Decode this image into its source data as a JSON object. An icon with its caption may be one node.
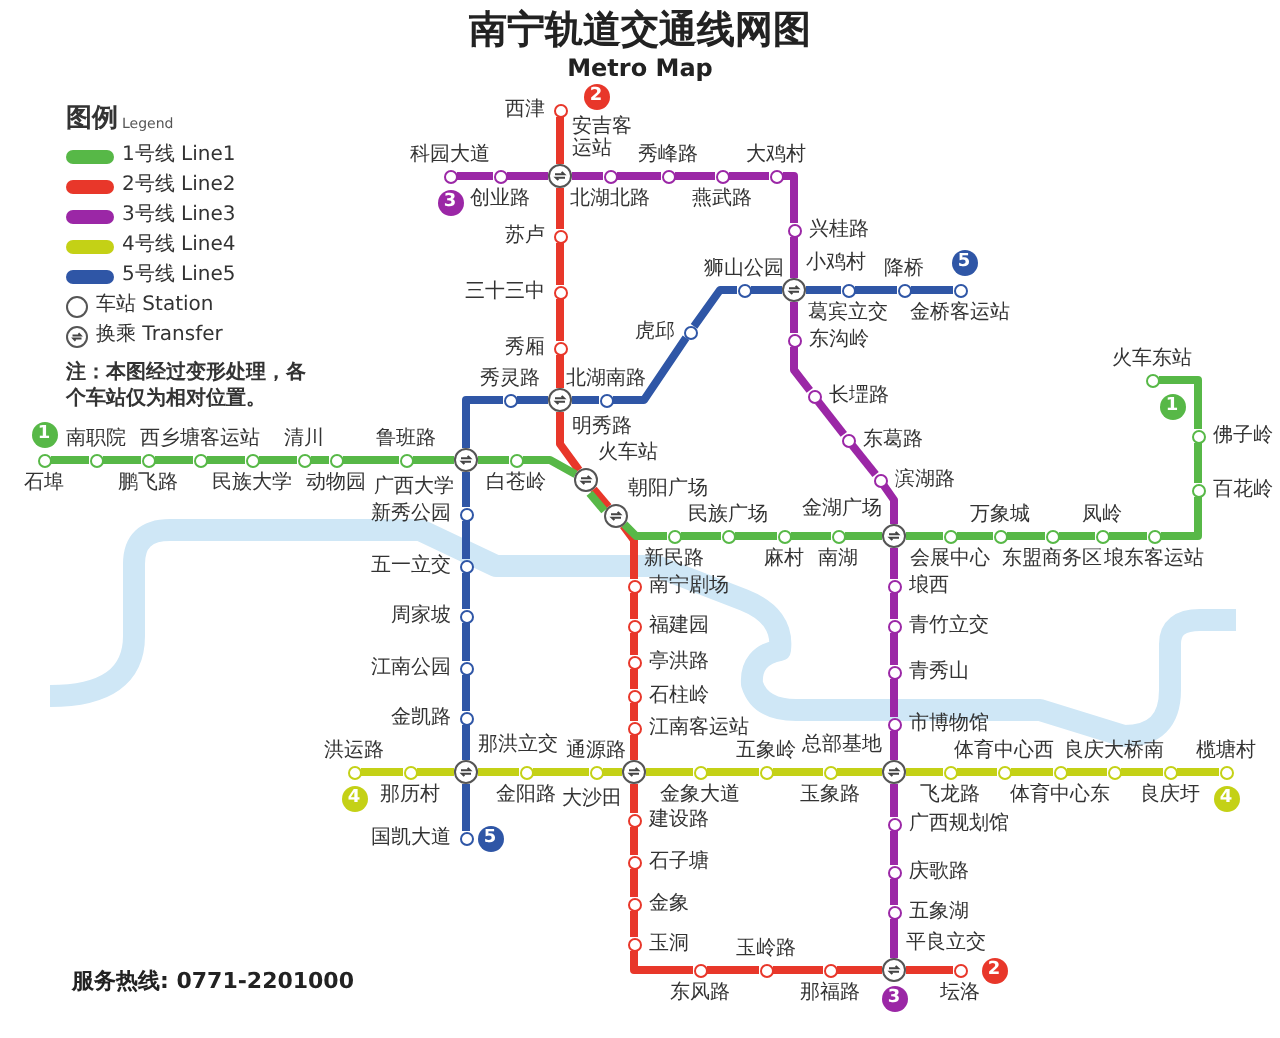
{
  "diagram": {
    "title": "南宁轨道交通线网图",
    "nodes": [
      {
        "text": [],
        "shape": "circle",
        "beside": [
          "西津"
        ]
      },
      {
        "text": [],
        "shape": "ring",
        "beside": [
          "安吉客运站"
        ]
      },
      {
        "text": [],
        "shape": "circle",
        "beside": [
          "苏卢"
        ]
      },
      {
        "text": [],
        "shape": "circle",
        "beside": [
          "三十三中"
        ]
      },
      {
        "text": [],
        "shape": "circle",
        "beside": [
          "秀厢"
        ]
      },
      {
        "text": [],
        "shape": "ring",
        "beside": [
          "明秀路"
        ]
      },
      {
        "text": [],
        "shape": "ring",
        "beside": [
          "火车站"
        ]
      },
      {
        "text": [],
        "shape": "ring",
        "beside": [
          "朝阳广场"
        ]
      },
      {
        "text": [],
        "shape": "circle",
        "beside": [
          "南宁剧场"
        ]
      },
      {
        "text": [],
        "shape": "circle",
        "beside": [
          "福建园"
        ]
      },
      {
        "text": [],
        "shape": "circle",
        "beside": [
          "亭洪路"
        ]
      },
      {
        "text": [],
        "shape": "circle",
        "beside": [
          "石柱岭"
        ]
      },
      {
        "text": [],
        "shape": "circle",
        "beside": [
          "江南客运站"
        ]
      },
      {
        "text": [],
        "shape": "ring",
        "beside": [
          "大沙田"
        ]
      },
      {
        "text": [],
        "shape": "circle",
        "beside": [
          "建设路"
        ]
      },
      {
        "text": [],
        "shape": "circle",
        "beside": [
          "石子塘"
        ]
      },
      {
        "text": [],
        "shape": "circle",
        "beside": [
          "金象"
        ]
      },
      {
        "text": [],
        "shape": "circle",
        "beside": [
          "玉洞"
        ]
      },
      {
        "text": [],
        "shape": "circle",
        "beside": [
          "东风路"
        ]
      },
      {
        "text": [],
        "shape": "circle",
        "beside": [
          "玉岭路"
        ]
      },
      {
        "text": [],
        "shape": "circle",
        "beside": [
          "那福路"
        ]
      },
      {
        "text": [],
        "shape": "ring",
        "beside": [
          "平良立交"
        ]
      },
      {
        "text": [],
        "shape": "circle",
        "beside": [
          "坛洛"
        ]
      },
      {
        "text": [],
        "shape": "circle",
        "beside": [
          "科园大道"
        ]
      },
      {
        "text": [],
        "shape": "circle",
        "beside": [
          "创业路"
        ]
      },
      {
        "text": [],
        "shape": "circle",
        "beside": [
          "北湖北路"
        ]
      },
      {
        "text": [],
        "shape": "circle",
        "beside": [
          "秀峰路"
        ]
      },
      {
        "text": [],
        "shape": "circle",
        "beside": [
          "燕武路"
        ]
      },
      {
        "text": [],
        "shape": "circle",
        "beside": [
          "大鸡村"
        ]
      },
      {
        "text": [],
        "shape": "circle",
        "beside": [
          "兴桂路"
        ]
      },
      {
        "text": [],
        "shape": "ring",
        "beside": [
          "小鸡村"
        ]
      },
      {
        "text": [],
        "shape": "circle",
        "beside": [
          "东沟岭"
        ]
      },
      {
        "text": [],
        "shape": "circle",
        "beside": [
          "长堽路"
        ]
      },
      {
        "text": [],
        "shape": "circle",
        "beside": [
          "东葛路"
        ]
      },
      {
        "text": [],
        "shape": "circle",
        "beside": [
          "滨湖路"
        ]
      },
      {
        "text": [],
        "shape": "ring",
        "beside": [
          "金湖广场"
        ]
      },
      {
        "text": [],
        "shape": "circle",
        "beside": [
          "埌西"
        ]
      },
      {
        "text": [],
        "shape": "circle",
        "beside": [
          "青竹立交"
        ]
      },
      {
        "text": [],
        "shape": "circle",
        "beside": [
          "青秀山"
        ]
      },
      {
        "text": [],
        "shape": "circle",
        "beside": [
          "市博物馆"
        ]
      },
      {
        "text": [],
        "shape": "ring",
        "beside": [
          "总部基地"
        ]
      },
      {
        "text": [],
        "shape": "circle",
        "beside": [
          "广西规划馆"
        ]
      },
      {
        "text": [],
        "shape": "circle",
        "beside": [
          "庆歌路"
        ]
      },
      {
        "text": [],
        "shape": "circle",
        "beside": [
          "五象湖"
        ]
      },
      {
        "text": [],
        "shape": "circle",
        "beside": [
          "金桥客运站"
        ]
      },
      {
        "text": [],
        "shape": "circle",
        "beside": [
          "降桥"
        ]
      },
      {
        "text": [],
        "shape": "circle",
        "beside": [
          "葛宾立交"
        ]
      },
      {
        "text": [],
        "shape": "circle",
        "beside": [
          "狮山公园"
        ]
      },
      {
        "text": [],
        "shape": "circle",
        "beside": [
          "虎邱"
        ]
      },
      {
        "text": [],
        "shape": "circle",
        "beside": [
          "北湖南路"
        ]
      },
      {
        "text": [],
        "shape": "circle",
        "beside": [
          "秀灵路"
        ]
      },
      {
        "text": [],
        "shape": "ring",
        "beside": [
          "广西大学"
        ]
      },
      {
        "text": [],
        "shape": "circle",
        "beside": [
          "新秀公园"
        ]
      },
      {
        "text": [],
        "shape": "circle",
        "beside": [
          "五一立交"
        ]
      },
      {
        "text": [],
        "shape": "circle",
        "beside": [
          "周家坡"
        ]
      },
      {
        "text": [],
        "shape": "circle",
        "beside": [
          "江南公园"
        ]
      },
      {
        "text": [],
        "shape": "circle",
        "beside": [
          "金凯路"
        ]
      },
      {
        "text": [],
        "shape": "ring",
        "beside": [
          "那洪立交"
        ]
      },
      {
        "text": [],
        "shape": "circle",
        "beside": [
          "国凯大道"
        ]
      },
      {
        "text": [],
        "shape": "circle",
        "beside": [
          "石埠"
        ]
      },
      {
        "text": [],
        "shape": "circle",
        "beside": [
          "南职院"
        ]
      },
      {
        "text": [],
        "shape": "circle",
        "beside": [
          "鹏飞路"
        ]
      },
      {
        "text": [],
        "shape": "circle",
        "beside": [
          "西乡塘客运站"
        ]
      },
      {
        "text": [],
        "shape": "circle",
        "beside": [
          "民族大学"
        ]
      },
      {
        "text": [],
        "shape": "circle",
        "beside": [
          "清川"
        ]
      },
      {
        "text": [],
        "shape": "circle",
        "beside": [
          "动物园"
        ]
      },
      {
        "text": [],
        "shape": "circle",
        "beside": [
          "鲁班路"
        ]
      },
      {
        "text": [],
        "shape": "circle",
        "beside": [
          "白苍岭"
        ]
      },
      {
        "text": [],
        "shape": "circle",
        "beside": [
          "新民路"
        ]
      },
      {
        "text": [],
        "shape": "circle",
        "beside": [
          "民族广场"
        ]
      },
      {
        "text": [],
        "shape": "circle",
        "beside": [
          "麻村"
        ]
      },
      {
        "text": [],
        "shape": "circle",
        "beside": [
          "南湖"
        ]
      },
      {
        "text": [],
        "shape": "circle",
        "beside": [
          "会展中心"
        ]
      },
      {
        "text": [],
        "shape": "circle",
        "beside": [
          "万象城"
        ]
      },
      {
        "text": [],
        "shape": "circle",
        "beside": [
          "东盟商务区"
        ]
      },
      {
        "text": [],
        "shape": "circle",
        "beside": [
          "凤岭"
        ]
      },
      {
        "text": [],
        "shape": "circle",
        "beside": [
          "埌东客运站"
        ]
      },
      {
        "text": [],
        "shape": "circle",
        "beside": [
          "百花岭"
        ]
      },
      {
        "text": [],
        "shape": "circle",
        "beside": [
          "佛子岭"
        ]
      },
      {
        "text": [],
        "shape": "circle",
        "beside": [
          "火车东站"
        ]
      },
      {
        "text": [],
        "shape": "circle",
        "beside": [
          "洪运路"
        ]
      },
      {
        "text": [],
        "shape": "circle",
        "beside": [
          "那历村"
        ]
      },
      {
        "text": [],
        "shape": "circle",
        "beside": [
          "金阳路"
        ]
      },
      {
        "text": [],
        "shape": "circle",
        "beside": [
          "通源路"
        ]
      },
      {
        "text": [],
        "shape": "circle",
        "beside": [
          "金象大道"
        ]
      },
      {
        "text": [],
        "shape": "circle",
        "beside": [
          "五象岭"
        ]
      },
      {
        "text": [],
        "shape": "circle",
        "beside": [
          "玉象路"
        ]
      },
      {
        "text": [],
        "shape": "circle",
        "beside": [
          "飞龙路"
        ]
      },
      {
        "text": [],
        "shape": "circle",
        "beside": [
          "体育中心西"
        ]
      },
      {
        "text": [],
        "shape": "circle",
        "beside": [
          "体育中心东"
        ]
      },
      {
        "text": [],
        "shape": "circle",
        "beside": [
          "良庆大桥南"
        ]
      },
      {
        "text": [],
        "shape": "circle",
        "beside": [
          "良庆圩"
        ]
      },
      {
        "text": [],
        "shape": "circle",
        "beside": [
          "榄塘村"
        ]
      }
    ],
    "edges": [
      {
        "from": 0,
        "to": 1,
        "arrow": "none",
        "color": "#e8372a"
      },
      {
        "from": 1,
        "to": 2,
        "arrow": "none",
        "color": "#e8372a"
      },
      {
        "from": 2,
        "to": 3,
        "arrow": "none",
        "color": "#e8372a"
      },
      {
        "from": 3,
        "to": 4,
        "arrow": "none",
        "color": "#e8372a"
      },
      {
        "from": 4,
        "to": 5,
        "arrow": "none",
        "color": "#e8372a"
      },
      {
        "from": 5,
        "to": 6,
        "arrow": "none",
        "color": "#e8372a"
      },
      {
        "from": 6,
        "to": 7,
        "arrow": "none",
        "color": "#e8372a"
      },
      {
        "from": 7,
        "to": 8,
        "arrow": "none",
        "color": "#e8372a"
      },
      {
        "from": 8,
        "to": 9,
        "arrow": "none",
        "color": "#e8372a"
      },
      {
        "from": 9,
        "to": 10,
        "arrow": "none",
        "color": "#e8372a"
      },
      {
        "from": 10,
        "to": 11,
        "arrow": "none",
        "color": "#e8372a"
      },
      {
        "from": 11,
        "to": 12,
        "arrow": "none",
        "color": "#e8372a"
      },
      {
        "from": 12,
        "to": 13,
        "arrow": "none",
        "color": "#e8372a"
      },
      {
        "from": 13,
        "to": 14,
        "arrow": "none",
        "color": "#e8372a"
      },
      {
        "from": 14,
        "to": 15,
        "arrow": "none",
        "color": "#e8372a"
      },
      {
        "from": 15,
        "to": 16,
        "arrow": "none",
        "color": "#e8372a"
      },
      {
        "from": 16,
        "to": 17,
        "arrow": "none",
        "color": "#e8372a"
      },
      {
        "from": 17,
        "to": 18,
        "arrow": "none",
        "color": "#e8372a"
      },
      {
        "from": 18,
        "to": 19,
        "arrow": "none",
        "color": "#e8372a"
      },
      {
        "from": 19,
        "to": 20,
        "arrow": "none",
        "color": "#e8372a"
      },
      {
        "from": 20,
        "to": 21,
        "arrow": "none",
        "color": "#e8372a"
      },
      {
        "from": 21,
        "to": 22,
        "arrow": "none",
        "color": "#e8372a"
      },
      {
        "from": 23,
        "to": 24,
        "arrow": "none",
        "color": "#9b27a6"
      },
      {
        "from": 24,
        "to": 1,
        "arrow": "none",
        "color": "#9b27a6"
      },
      {
        "from": 1,
        "to": 25,
        "arrow": "none",
        "color": "#9b27a6"
      },
      {
        "from": 25,
        "to": 26,
        "arrow": "none",
        "color": "#9b27a6"
      },
      {
        "from": 26,
        "to": 27,
        "arrow": "none",
        "color": "#9b27a6"
      },
      {
        "from": 27,
        "to": 28,
        "arrow": "none",
        "color": "#9b27a6"
      },
      {
        "from": 28,
        "to": 29,
        "arrow": "none",
        "color": "#9b27a6"
      },
      {
        "from": 29,
        "to": 30,
        "arrow": "none",
        "color": "#9b27a6"
      },
      {
        "from": 30,
        "to": 31,
        "arrow": "none",
        "color": "#9b27a6"
      },
      {
        "from": 31,
        "to": 32,
        "arrow": "none",
        "color": "#9b27a6"
      },
      {
        "from": 32,
        "to": 33,
        "arrow": "none",
        "color": "#9b27a6"
      },
      {
        "from": 33,
        "to": 34,
        "arrow": "none",
        "color": "#9b27a6"
      },
      {
        "from": 34,
        "to": 35,
        "arrow": "none",
        "color": "#9b27a6"
      },
      {
        "from": 35,
        "to": 36,
        "arrow": "none",
        "color": "#9b27a6"
      },
      {
        "from": 36,
        "to": 37,
        "arrow": "none",
        "color": "#9b27a6"
      },
      {
        "from": 37,
        "to": 38,
        "arrow": "none",
        "color": "#9b27a6"
      },
      {
        "from": 38,
        "to": 39,
        "arrow": "none",
        "color": "#9b27a6"
      },
      {
        "from": 39,
        "to": 40,
        "arrow": "none",
        "color": "#9b27a6"
      },
      {
        "from": 40,
        "to": 41,
        "arrow": "none",
        "color": "#9b27a6"
      },
      {
        "from": 41,
        "to": 42,
        "arrow": "none",
        "color": "#9b27a6"
      },
      {
        "from": 42,
        "to": 43,
        "arrow": "none",
        "color": "#9b27a6"
      },
      {
        "from": 43,
        "to": 21,
        "arrow": "none",
        "color": "#9b27a6"
      },
      {
        "from": 44,
        "to": 45,
        "arrow": "none",
        "color": "#2f56a6"
      },
      {
        "from": 45,
        "to": 46,
        "arrow": "none",
        "color": "#2f56a6"
      },
      {
        "from": 46,
        "to": 30,
        "arrow": "none",
        "color": "#2f56a6"
      },
      {
        "from": 30,
        "to": 47,
        "arrow": "none",
        "color": "#2f56a6"
      },
      {
        "from": 47,
        "to": 48,
        "arrow": "none",
        "color": "#2f56a6"
      },
      {
        "from": 48,
        "to": 49,
        "arrow": "none",
        "color": "#2f56a6"
      },
      {
        "from": 49,
        "to": 5,
        "arrow": "none",
        "color": "#2f56a6"
      },
      {
        "from": 5,
        "to": 50,
        "arrow": "none",
        "color": "#2f56a6"
      },
      {
        "from": 50,
        "to": 51,
        "arrow": "none",
        "color": "#2f56a6"
      },
      {
        "from": 51,
        "to": 52,
        "arrow": "none",
        "color": "#2f56a6"
      },
      {
        "from": 52,
        "to": 53,
        "arrow": "none",
        "color": "#2f56a6"
      },
      {
        "from": 53,
        "to": 54,
        "arrow": "none",
        "color": "#2f56a6"
      },
      {
        "from": 54,
        "to": 55,
        "arrow": "none",
        "color": "#2f56a6"
      },
      {
        "from": 55,
        "to": 56,
        "arrow": "none",
        "color": "#2f56a6"
      },
      {
        "from": 56,
        "to": 57,
        "arrow": "none",
        "color": "#2f56a6"
      },
      {
        "from": 57,
        "to": 58,
        "arrow": "none",
        "color": "#2f56a6"
      },
      {
        "from": 59,
        "to": 60,
        "arrow": "none",
        "color": "#57b847"
      },
      {
        "from": 60,
        "to": 61,
        "arrow": "none",
        "color": "#57b847"
      },
      {
        "from": 61,
        "to": 62,
        "arrow": "none",
        "color": "#57b847"
      },
      {
        "from": 62,
        "to": 63,
        "arrow": "none",
        "color": "#57b847"
      },
      {
        "from": 63,
        "to": 64,
        "arrow": "none",
        "color": "#57b847"
      },
      {
        "from": 64,
        "to": 65,
        "arrow": "none",
        "color": "#57b847"
      },
      {
        "from": 65,
        "to": 66,
        "arrow": "none",
        "color": "#57b847"
      },
      {
        "from": 66,
        "to": 51,
        "arrow": "none",
        "color": "#57b847"
      },
      {
        "from": 51,
        "to": 67,
        "arrow": "none",
        "color": "#57b847"
      },
      {
        "from": 67,
        "to": 6,
        "arrow": "none",
        "color": "#57b847"
      },
      {
        "from": 6,
        "to": 7,
        "arrow": "none",
        "color": "#57b847"
      },
      {
        "from": 7,
        "to": 68,
        "arrow": "none",
        "color": "#57b847"
      },
      {
        "from": 68,
        "to": 69,
        "arrow": "none",
        "color": "#57b847"
      },
      {
        "from": 69,
        "to": 70,
        "arrow": "none",
        "color": "#57b847"
      },
      {
        "from": 70,
        "to": 71,
        "arrow": "none",
        "color": "#57b847"
      },
      {
        "from": 71,
        "to": 35,
        "arrow": "none",
        "color": "#57b847"
      },
      {
        "from": 35,
        "to": 72,
        "arrow": "none",
        "color": "#57b847"
      },
      {
        "from": 72,
        "to": 73,
        "arrow": "none",
        "color": "#57b847"
      },
      {
        "from": 73,
        "to": 74,
        "arrow": "none",
        "color": "#57b847"
      },
      {
        "from": 74,
        "to": 75,
        "arrow": "none",
        "color": "#57b847"
      },
      {
        "from": 75,
        "to": 76,
        "arrow": "none",
        "color": "#57b847"
      },
      {
        "from": 76,
        "to": 77,
        "arrow": "none",
        "color": "#57b847"
      },
      {
        "from": 77,
        "to": 78,
        "arrow": "none",
        "color": "#57b847"
      },
      {
        "from": 78,
        "to": 79,
        "arrow": "none",
        "color": "#57b847"
      },
      {
        "from": 80,
        "to": 81,
        "arrow": "none",
        "color": "#c4d116"
      },
      {
        "from": 81,
        "to": 57,
        "arrow": "none",
        "color": "#c4d116"
      },
      {
        "from": 57,
        "to": 82,
        "arrow": "none",
        "color": "#c4d116"
      },
      {
        "from": 82,
        "to": 83,
        "arrow": "none",
        "color": "#c4d116"
      },
      {
        "from": 83,
        "to": 13,
        "arrow": "none",
        "color": "#c4d116"
      },
      {
        "from": 13,
        "to": 84,
        "arrow": "none",
        "color": "#c4d116"
      },
      {
        "from": 84,
        "to": 85,
        "arrow": "none",
        "color": "#c4d116"
      },
      {
        "from": 85,
        "to": 86,
        "arrow": "none",
        "color": "#c4d116"
      },
      {
        "from": 86,
        "to": 40,
        "arrow": "none",
        "color": "#c4d116"
      },
      {
        "from": 40,
        "to": 87,
        "arrow": "none",
        "color": "#c4d116"
      },
      {
        "from": 87,
        "to": 88,
        "arrow": "none",
        "color": "#c4d116"
      },
      {
        "from": 88,
        "to": 89,
        "arrow": "none",
        "color": "#c4d116"
      },
      {
        "from": 89,
        "to": 90,
        "arrow": "none",
        "color": "#c4d116"
      },
      {
        "from": 90,
        "to": 91,
        "arrow": "none",
        "color": "#c4d116"
      },
      {
        "from": 91,
        "to": 92,
        "arrow": "none",
        "color": "#c4d116"
      }
    ],
    "labels": [
      "Metro Map",
      "图例",
      "Legend",
      "注：本图经过变形处理，各个车站仅为相对位置。",
      "2",
      "3",
      "5",
      "1",
      "1",
      "4",
      "5",
      "4",
      "2",
      "3",
      "服务热线: 0771-2201000"
    ],
    "legend": [
      {
        "text": "1号线 Line1",
        "color": "#57b847"
      },
      {
        "text": "2号线 Line2",
        "color": "#e8372a"
      },
      {
        "text": "3号线 Line3",
        "color": "#9b27a6"
      },
      {
        "text": "4号线 Line4",
        "color": "#c4d116"
      },
      {
        "text": "5号线 Line5",
        "color": "#2f56a6"
      },
      {
        "text": "车站 Station"
      },
      {
        "text": "换乘 Transfer"
      }
    ]
  }
}
